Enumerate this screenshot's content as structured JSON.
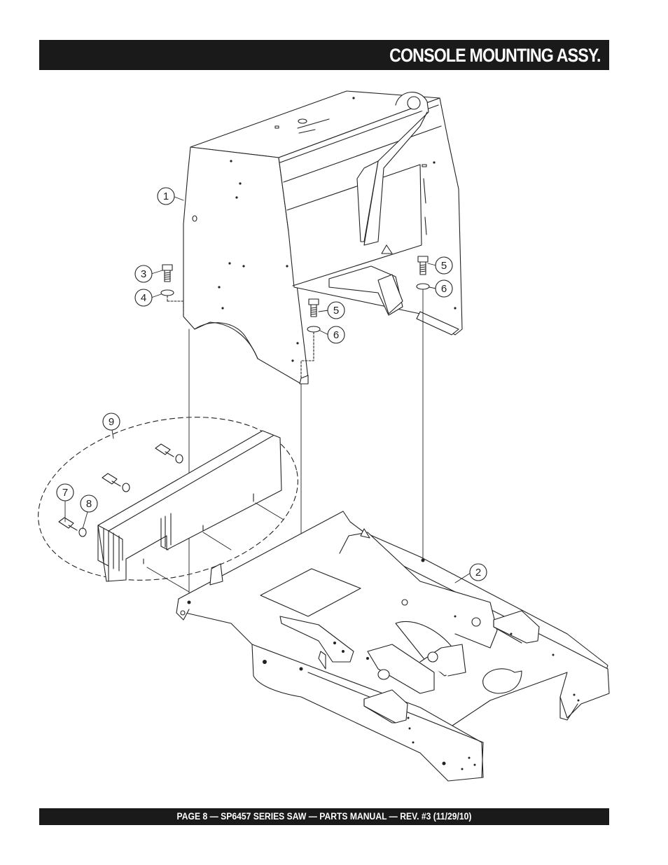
{
  "header": {
    "title": "CONSOLE MOUNTING ASSY."
  },
  "footer": {
    "text": "PAGE 8 — SP6457 SERIES SAW  — PARTS MANUAL — REV. #3 (11/29/10)"
  },
  "callouts": {
    "c1": "1",
    "c2": "2",
    "c3": "3",
    "c4": "4",
    "c5a": "5",
    "c5b": "5",
    "c6a": "6",
    "c6b": "6",
    "c7": "7",
    "c8": "8",
    "c9": "9"
  }
}
